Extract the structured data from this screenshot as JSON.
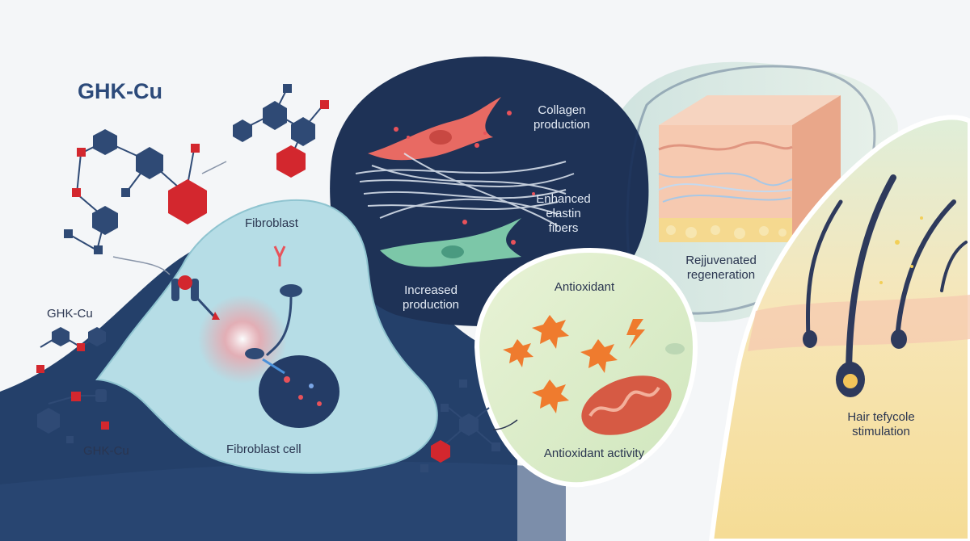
{
  "title": "GHK-Cu",
  "labels": {
    "ghk_cu_mid": "GHK-Cu",
    "ghk_cu_low": "GHK-Cu",
    "fibroblast": "Fibroblast",
    "fibroblast_cell": "Fibroblast cell",
    "collagen_line1": "Collagen",
    "collagen_line2": "production",
    "elastin_line1": "Enhanced",
    "elastin_line2": "elastin",
    "elastin_line3": "fibers",
    "increased_line1": "Increased",
    "increased_line2": "production",
    "antioxidant": "Antioxidant",
    "antioxidant_activity": "Antioxidant activity",
    "rejuvenated_line1": "Rejjuvenated",
    "rejuvenated_line2": "regeneration",
    "hair_line1": "Hair tefycole",
    "hair_line2": "stimulation"
  },
  "colors": {
    "navy": "#24406a",
    "deep_navy": "#1e3256",
    "cell_teal": "#b6dde6",
    "red_molecule": "#d3272e",
    "blue_molecule": "#2f4a75",
    "antioxidant_green": "#dcecc4",
    "hair_yellow": "#f7e6a3",
    "skin_pink": "#f6c9b0"
  },
  "icons": [
    "molecule-cluster-icon",
    "receptor-icon",
    "nucleus-icon",
    "fibroblast-red-icon",
    "fibroblast-green-icon",
    "elastin-fibers-icon",
    "skin-block-icon",
    "mitochondria-icon",
    "starburst-icon",
    "lightning-icon",
    "hair-follicle-icon"
  ]
}
